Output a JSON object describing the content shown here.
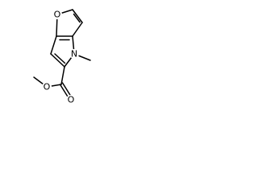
{
  "molecule": {
    "atom_labels": {
      "furan_oxygen": "O",
      "pyrrole_nitrogen": "N",
      "carbonyl_oxygen": "O",
      "ester_oxygen": "O"
    },
    "bond_color": "#000000",
    "background_color": "#ffffff"
  }
}
